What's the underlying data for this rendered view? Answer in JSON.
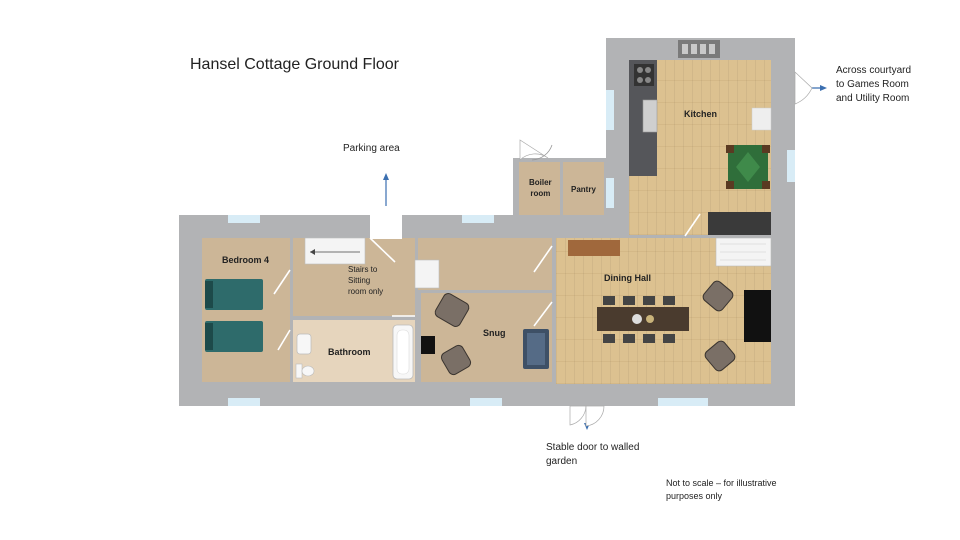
{
  "title": "Hansel Cottage Ground Floor",
  "notes": {
    "parking": "Parking area",
    "courtyard": [
      "Across courtyard",
      "to Games Room",
      "and Utility Room"
    ],
    "stable_door": [
      "Stable door to walled",
      "garden"
    ],
    "scale": [
      "Not to scale – for illustrative",
      "purposes only"
    ]
  },
  "rooms": {
    "bedroom4": "Bedroom 4",
    "stairs": [
      "Stairs to",
      "Sitting",
      "room only"
    ],
    "bathroom": "Bathroom",
    "snug": "Snug",
    "boiler": [
      "Boiler",
      "room"
    ],
    "pantry": "Pantry",
    "kitchen": "Kitchen",
    "dining": "Dining Hall"
  },
  "colors": {
    "wall": "#b2b3b5",
    "wood_floor": "#dcc190",
    "carpet": "#ccb697",
    "bed_cover": "#2e6b6b",
    "arrow": "#3b6fb0",
    "window": "#d8ecf6"
  },
  "icons": [
    "arrow-up-icon",
    "arrow-right-icon",
    "arrow-down-icon",
    "bed-icon",
    "bath-icon",
    "toilet-icon",
    "sink-icon",
    "armchair-icon",
    "sofa-icon",
    "dining-table-icon",
    "stove-icon",
    "kitchen-sink-icon",
    "staircase-icon",
    "door-swing-icon"
  ]
}
